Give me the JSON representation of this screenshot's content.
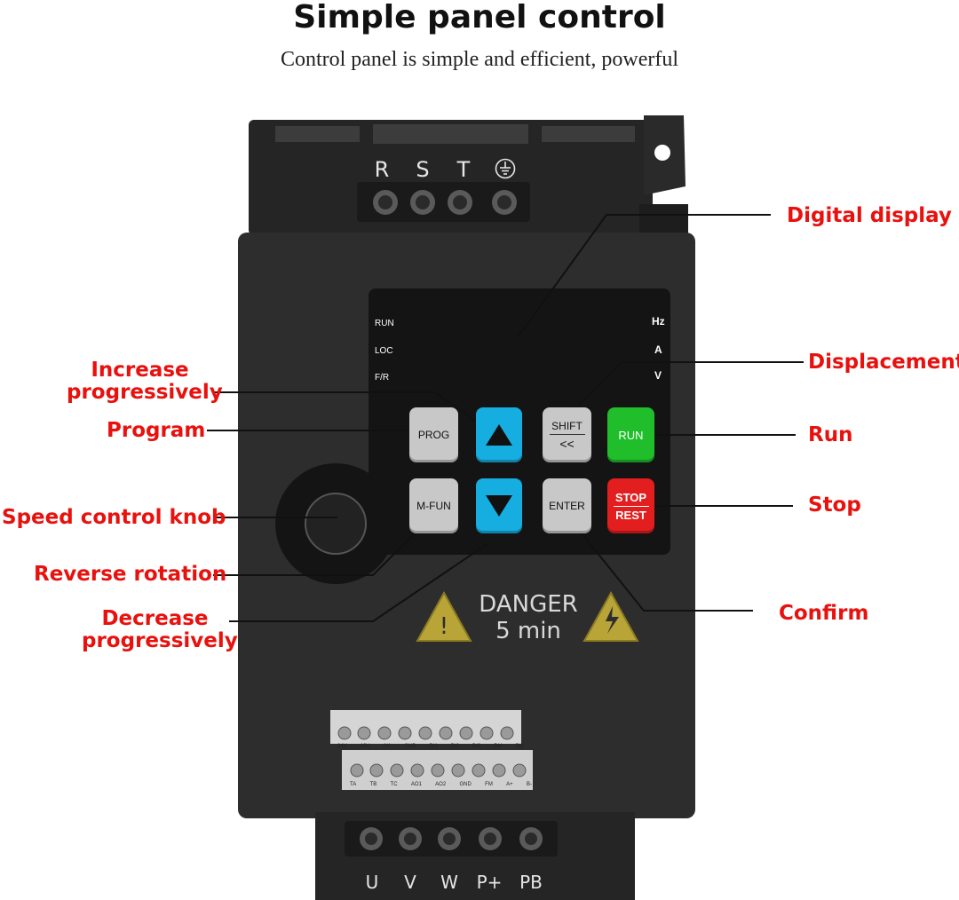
{
  "header": {
    "title": "Simple panel control",
    "subtitle": "Control panel is simple and efficient, powerful"
  },
  "colors": {
    "callout": "#e8110e",
    "device_body": "#2b2b2b",
    "key_gray": "#c8c8c8",
    "key_blue": "#16aee0",
    "key_run": "#1fbe2a",
    "key_stop": "#e21e1e"
  },
  "callouts": {
    "digital_display": "Digital display",
    "displacement": "Displacement",
    "run": "Run",
    "stop": "Stop",
    "confirm": "Confirm",
    "increase_line1": "Increase",
    "increase_line2": "progressively",
    "program": "Program",
    "speed_knob": "Speed control knob",
    "reverse": "Reverse rotation",
    "decrease_line1": "Decrease",
    "decrease_line2": "progressively"
  },
  "device": {
    "input_terminals": [
      "R",
      "S",
      "T"
    ],
    "ground_icon": "ground-icon",
    "output_terminals": [
      "U",
      "V",
      "W",
      "P+",
      "PB"
    ],
    "led_labels": [
      "RUN",
      "LOC",
      "F/R"
    ],
    "unit_labels": [
      "Hz",
      "A",
      "V"
    ],
    "keys": {
      "prog": "PROG",
      "shift_top": "SHIFT",
      "shift_bottom": "<<",
      "run": "RUN",
      "mfun": "M-FUN",
      "enter": "ENTER",
      "stop_top": "STOP",
      "stop_bottom": "REST"
    },
    "danger_line1": "DANGER",
    "danger_line2": "5 min",
    "terminal_block_top": [
      "24V",
      "10V",
      "AI1",
      "GND",
      "DI1",
      "DI2",
      "DI3",
      "DI4",
      "DI5"
    ],
    "terminal_block_bottom": [
      "TA",
      "TB",
      "TC",
      "AO1",
      "AO2",
      "GND",
      "FM",
      "A+",
      "B-"
    ]
  }
}
